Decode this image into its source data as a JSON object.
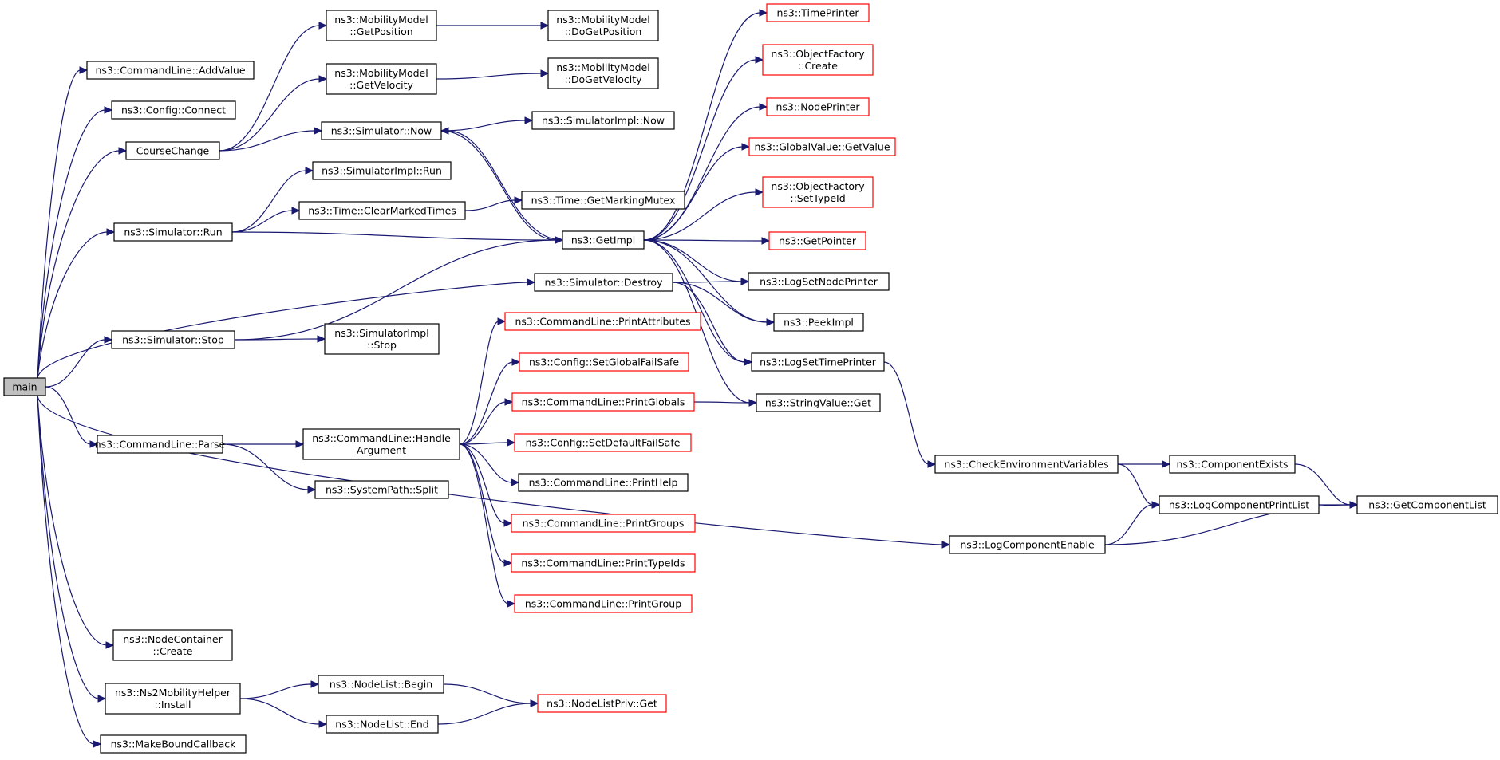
{
  "colors": {
    "edge": "#191970",
    "node_border": "#000000",
    "linked_border": "#ff0000",
    "root_fill": "#bfbfbf",
    "node_fill": "#ffffff",
    "text": "#000000"
  },
  "nodes": [
    {
      "id": "main",
      "lines": [
        "main"
      ],
      "kind": "root"
    },
    {
      "id": "addvalue",
      "lines": [
        "ns3::CommandLine::AddValue"
      ],
      "kind": "normal"
    },
    {
      "id": "connect",
      "lines": [
        "ns3::Config::Connect"
      ],
      "kind": "normal"
    },
    {
      "id": "coursechange",
      "lines": [
        "CourseChange"
      ],
      "kind": "normal"
    },
    {
      "id": "simrun",
      "lines": [
        "ns3::Simulator::Run"
      ],
      "kind": "normal"
    },
    {
      "id": "simstop",
      "lines": [
        "ns3::Simulator::Stop"
      ],
      "kind": "normal"
    },
    {
      "id": "clparse",
      "lines": [
        "ns3::CommandLine::Parse"
      ],
      "kind": "normal"
    },
    {
      "id": "nccreate",
      "lines": [
        "ns3::NodeContainer",
        "::Create"
      ],
      "kind": "normal"
    },
    {
      "id": "ns2install",
      "lines": [
        "ns3::Ns2MobilityHelper",
        "::Install"
      ],
      "kind": "normal"
    },
    {
      "id": "makebound",
      "lines": [
        "ns3::MakeBoundCallback"
      ],
      "kind": "normal"
    },
    {
      "id": "mmgetpos",
      "lines": [
        "ns3::MobilityModel",
        "::GetPosition"
      ],
      "kind": "normal"
    },
    {
      "id": "mmgetvel",
      "lines": [
        "ns3::MobilityModel",
        "::GetVelocity"
      ],
      "kind": "normal"
    },
    {
      "id": "simnow",
      "lines": [
        "ns3::Simulator::Now"
      ],
      "kind": "normal"
    },
    {
      "id": "simimplrun",
      "lines": [
        "ns3::SimulatorImpl::Run"
      ],
      "kind": "normal"
    },
    {
      "id": "clearmarked",
      "lines": [
        "ns3::Time::ClearMarkedTimes"
      ],
      "kind": "normal"
    },
    {
      "id": "simimplstop",
      "lines": [
        "ns3::SimulatorImpl",
        "::Stop"
      ],
      "kind": "normal"
    },
    {
      "id": "clhandle",
      "lines": [
        "ns3::CommandLine::Handle",
        "Argument"
      ],
      "kind": "normal"
    },
    {
      "id": "pathsplit",
      "lines": [
        "ns3::SystemPath::Split"
      ],
      "kind": "normal"
    },
    {
      "id": "nlbegin",
      "lines": [
        "ns3::NodeList::Begin"
      ],
      "kind": "normal"
    },
    {
      "id": "nlend",
      "lines": [
        "ns3::NodeList::End"
      ],
      "kind": "normal"
    },
    {
      "id": "mmdogetpos",
      "lines": [
        "ns3::MobilityModel",
        "::DoGetPosition"
      ],
      "kind": "normal"
    },
    {
      "id": "mmdogetvel",
      "lines": [
        "ns3::MobilityModel",
        "::DoGetVelocity"
      ],
      "kind": "normal"
    },
    {
      "id": "simimplnow",
      "lines": [
        "ns3::SimulatorImpl::Now"
      ],
      "kind": "normal"
    },
    {
      "id": "getmarkingmutex",
      "lines": [
        "ns3::Time::GetMarkingMutex"
      ],
      "kind": "normal"
    },
    {
      "id": "getimpl",
      "lines": [
        "ns3::GetImpl"
      ],
      "kind": "normal"
    },
    {
      "id": "simdestroy",
      "lines": [
        "ns3::Simulator::Destroy"
      ],
      "kind": "normal"
    },
    {
      "id": "printattrs",
      "lines": [
        "ns3::CommandLine::PrintAttributes"
      ],
      "kind": "linked"
    },
    {
      "id": "setglobalfailsafe",
      "lines": [
        "ns3::Config::SetGlobalFailSafe"
      ],
      "kind": "linked"
    },
    {
      "id": "printglobals",
      "lines": [
        "ns3::CommandLine::PrintGlobals"
      ],
      "kind": "linked"
    },
    {
      "id": "setdefaultfailsafe",
      "lines": [
        "ns3::Config::SetDefaultFailSafe"
      ],
      "kind": "linked"
    },
    {
      "id": "printhelp",
      "lines": [
        "ns3::CommandLine::PrintHelp"
      ],
      "kind": "normal"
    },
    {
      "id": "printgroups",
      "lines": [
        "ns3::CommandLine::PrintGroups"
      ],
      "kind": "linked"
    },
    {
      "id": "printtypeids",
      "lines": [
        "ns3::CommandLine::PrintTypeIds"
      ],
      "kind": "linked"
    },
    {
      "id": "printgroup",
      "lines": [
        "ns3::CommandLine::PrintGroup"
      ],
      "kind": "linked"
    },
    {
      "id": "nlprivget",
      "lines": [
        "ns3::NodeListPriv::Get"
      ],
      "kind": "linked"
    },
    {
      "id": "timeprinter",
      "lines": [
        "ns3::TimePrinter"
      ],
      "kind": "linked"
    },
    {
      "id": "ofcreate",
      "lines": [
        "ns3::ObjectFactory",
        "::Create"
      ],
      "kind": "linked"
    },
    {
      "id": "nodeprinter",
      "lines": [
        "ns3::NodePrinter"
      ],
      "kind": "linked"
    },
    {
      "id": "gvgetvalue",
      "lines": [
        "ns3::GlobalValue::GetValue"
      ],
      "kind": "linked"
    },
    {
      "id": "ofsettypeid",
      "lines": [
        "ns3::ObjectFactory",
        "::SetTypeId"
      ],
      "kind": "linked"
    },
    {
      "id": "getpointer",
      "lines": [
        "ns3::GetPointer"
      ],
      "kind": "linked"
    },
    {
      "id": "logsetnodeprinter",
      "lines": [
        "ns3::LogSetNodePrinter"
      ],
      "kind": "normal"
    },
    {
      "id": "peekimpl",
      "lines": [
        "ns3::PeekImpl"
      ],
      "kind": "normal"
    },
    {
      "id": "logsettimeprinter",
      "lines": [
        "ns3::LogSetTimePrinter"
      ],
      "kind": "normal"
    },
    {
      "id": "stringvalueget",
      "lines": [
        "ns3::StringValue::Get"
      ],
      "kind": "normal"
    },
    {
      "id": "checkenv",
      "lines": [
        "ns3::CheckEnvironmentVariables"
      ],
      "kind": "normal"
    },
    {
      "id": "logcompenable",
      "lines": [
        "ns3::LogComponentEnable"
      ],
      "kind": "normal"
    },
    {
      "id": "compexists",
      "lines": [
        "ns3::ComponentExists"
      ],
      "kind": "normal"
    },
    {
      "id": "logcompprintlist",
      "lines": [
        "ns3::LogComponentPrintList"
      ],
      "kind": "normal"
    },
    {
      "id": "getcomplist",
      "lines": [
        "ns3::GetComponentList"
      ],
      "kind": "normal"
    }
  ],
  "edges": [
    [
      "main",
      "addvalue"
    ],
    [
      "main",
      "connect"
    ],
    [
      "main",
      "coursechange"
    ],
    [
      "main",
      "simrun"
    ],
    [
      "main",
      "simstop"
    ],
    [
      "main",
      "simdestroy"
    ],
    [
      "main",
      "clparse"
    ],
    [
      "main",
      "logcompenable"
    ],
    [
      "main",
      "nccreate"
    ],
    [
      "main",
      "ns2install"
    ],
    [
      "main",
      "makebound"
    ],
    [
      "coursechange",
      "mmgetpos"
    ],
    [
      "coursechange",
      "mmgetvel"
    ],
    [
      "coursechange",
      "simnow"
    ],
    [
      "mmgetpos",
      "mmdogetpos"
    ],
    [
      "mmgetvel",
      "mmdogetvel"
    ],
    [
      "simnow",
      "simimplnow"
    ],
    [
      "simnow",
      "getimpl"
    ],
    [
      "simrun",
      "simimplrun"
    ],
    [
      "simrun",
      "clearmarked"
    ],
    [
      "simrun",
      "getimpl"
    ],
    [
      "clearmarked",
      "getmarkingmutex"
    ],
    [
      "simstop",
      "getimpl"
    ],
    [
      "simstop",
      "simimplstop"
    ],
    [
      "getimpl",
      "simnow"
    ],
    [
      "getimpl",
      "timeprinter"
    ],
    [
      "getimpl",
      "ofcreate"
    ],
    [
      "getimpl",
      "nodeprinter"
    ],
    [
      "getimpl",
      "gvgetvalue"
    ],
    [
      "getimpl",
      "ofsettypeid"
    ],
    [
      "getimpl",
      "getpointer"
    ],
    [
      "getimpl",
      "logsetnodeprinter"
    ],
    [
      "getimpl",
      "peekimpl"
    ],
    [
      "getimpl",
      "logsettimeprinter"
    ],
    [
      "getimpl",
      "stringvalueget"
    ],
    [
      "simdestroy",
      "logsetnodeprinter"
    ],
    [
      "simdestroy",
      "peekimpl"
    ],
    [
      "simdestroy",
      "logsettimeprinter"
    ],
    [
      "clparse",
      "clhandle"
    ],
    [
      "clparse",
      "pathsplit"
    ],
    [
      "clhandle",
      "printattrs"
    ],
    [
      "clhandle",
      "setglobalfailsafe"
    ],
    [
      "clhandle",
      "printglobals"
    ],
    [
      "clhandle",
      "setdefaultfailsafe"
    ],
    [
      "clhandle",
      "printhelp"
    ],
    [
      "clhandle",
      "printgroups"
    ],
    [
      "clhandle",
      "printtypeids"
    ],
    [
      "clhandle",
      "printgroup"
    ],
    [
      "printglobals",
      "stringvalueget"
    ],
    [
      "logsettimeprinter",
      "checkenv"
    ],
    [
      "checkenv",
      "compexists"
    ],
    [
      "checkenv",
      "logcompprintlist"
    ],
    [
      "compexists",
      "getcomplist"
    ],
    [
      "logcompenable",
      "logcompprintlist"
    ],
    [
      "logcompenable",
      "getcomplist"
    ],
    [
      "logcompprintlist",
      "getcomplist"
    ],
    [
      "ns2install",
      "nlbegin"
    ],
    [
      "ns2install",
      "nlend"
    ],
    [
      "nlbegin",
      "nlprivget"
    ],
    [
      "nlend",
      "nlprivget"
    ]
  ]
}
